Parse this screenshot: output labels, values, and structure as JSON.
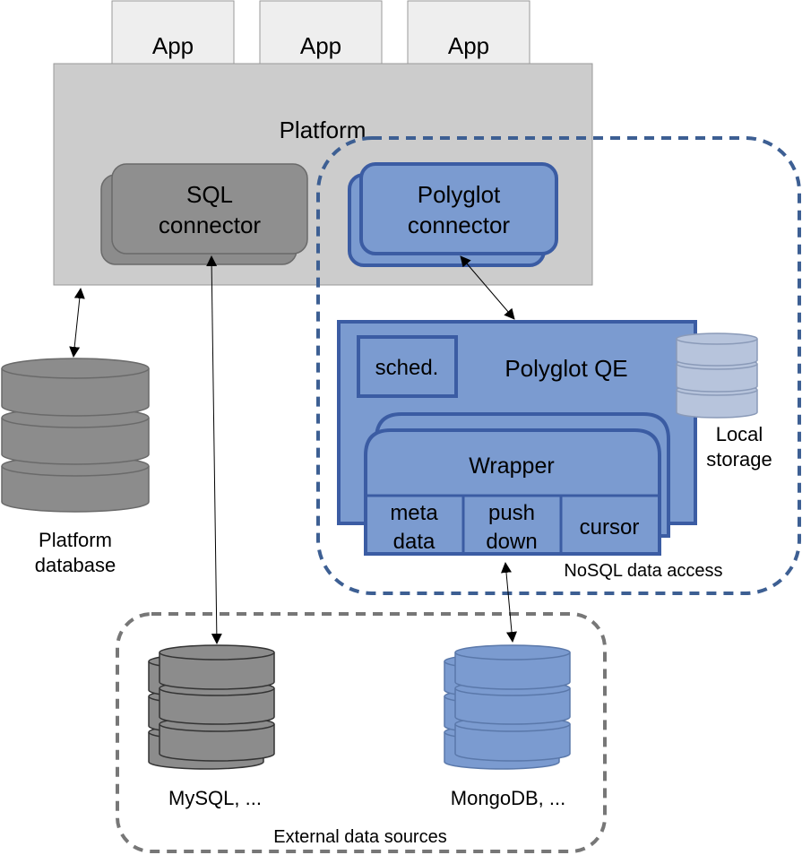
{
  "apps": [
    {
      "label": "App"
    },
    {
      "label": "App"
    },
    {
      "label": "App"
    }
  ],
  "platform": {
    "label": "Platform"
  },
  "sql_connector": {
    "line1": "SQL",
    "line2": "connector"
  },
  "polyglot_connector": {
    "line1": "Polyglot",
    "line2": "connector"
  },
  "polyglot_qe": {
    "label": "Polyglot QE"
  },
  "scheduler": {
    "label": "sched."
  },
  "wrapper": {
    "label": "Wrapper",
    "cells": [
      {
        "line1": "meta",
        "line2": "data"
      },
      {
        "line1": "push",
        "line2": "down"
      },
      {
        "line1": "cursor",
        "line2": ""
      }
    ]
  },
  "local_storage": {
    "line1": "Local",
    "line2": "storage"
  },
  "platform_database": {
    "line1": "Platform",
    "line2": "database"
  },
  "nosql_region": {
    "label": "NoSQL data access"
  },
  "external_region": {
    "label": "External data sources"
  },
  "mysql": {
    "label": "MySQL, ..."
  },
  "mongodb": {
    "label": "MongoDB, ..."
  },
  "colors": {
    "gray_fill": "#8c8c8c",
    "gray_stroke": "#6a6a6a",
    "platform_fill": "#cccccc",
    "app_fill": "#eeeeee",
    "blue_fill": "#7b9bd0",
    "blue_stroke": "#3b5ca3",
    "light_blue_fill": "#b7c4dc",
    "dashed_blue": "#3d5f93",
    "dashed_gray": "#777777"
  }
}
